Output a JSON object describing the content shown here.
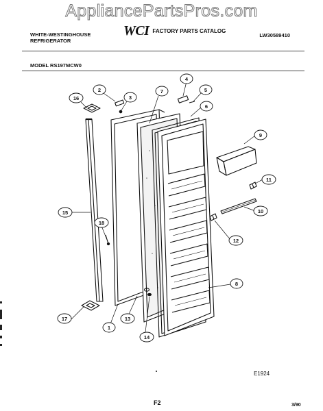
{
  "watermark": "AppliancePartsPros.com",
  "header": {
    "manufacturer_line1": "WHITE-WESTINGHOUSE",
    "manufacturer_line2": "REFRIGERATOR",
    "logo": "WCI",
    "catalog": "FACTORY PARTS CATALOG",
    "document_number": "LW30589410"
  },
  "model_label": "MODEL RS197MCW0",
  "callouts": [
    "1",
    "2",
    "3",
    "4",
    "5",
    "6",
    "7",
    "8",
    "9",
    "10",
    "11",
    "12",
    "13",
    "14",
    "15",
    "16",
    "17",
    "18"
  ],
  "footer": {
    "figure_code": "E1924",
    "page": "F2",
    "date": "3/90"
  }
}
